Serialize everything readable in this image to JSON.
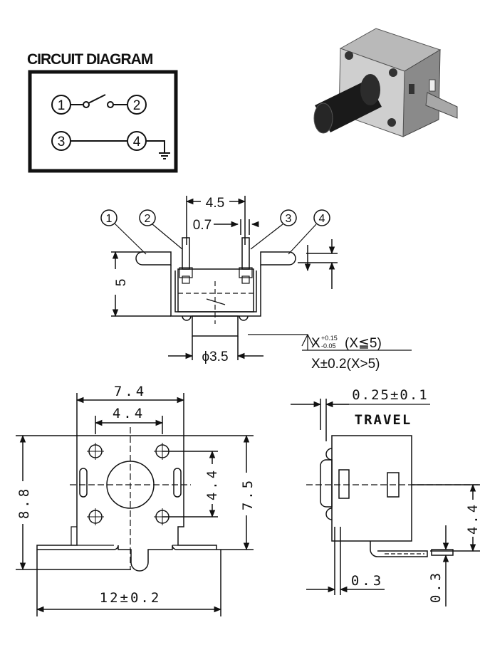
{
  "circuit": {
    "title": "CIRCUIT DIAGRAM",
    "pins": [
      "1",
      "2",
      "3",
      "4"
    ]
  },
  "front_view": {
    "pins": [
      "1",
      "2",
      "3",
      "4"
    ],
    "dim_top": "4.5",
    "dim_pin": "0.7",
    "dim_height": "5",
    "dim_bottom": "ϕ3.5"
  },
  "tolerance": {
    "line1_x": "X",
    "line1_up": "+0.15",
    "line1_low": "-0.05",
    "line1_cond": "(X≦5)",
    "line2": "X±0.2(X>5)"
  },
  "top_view": {
    "dim_width": "7.4",
    "dim_hole_spacing": "4.4",
    "dim_total_height": "8.8",
    "dim_body_height": "7.5",
    "dim_vertical_hole": "4.4",
    "dim_total_width": "12±0.2"
  },
  "side_view": {
    "dim_travel_value": "0.25±0.1",
    "travel_label": "TRAVEL",
    "dim_height": "4.4",
    "dim_thickness_h": "0.3",
    "dim_thickness_v": "0.3"
  }
}
